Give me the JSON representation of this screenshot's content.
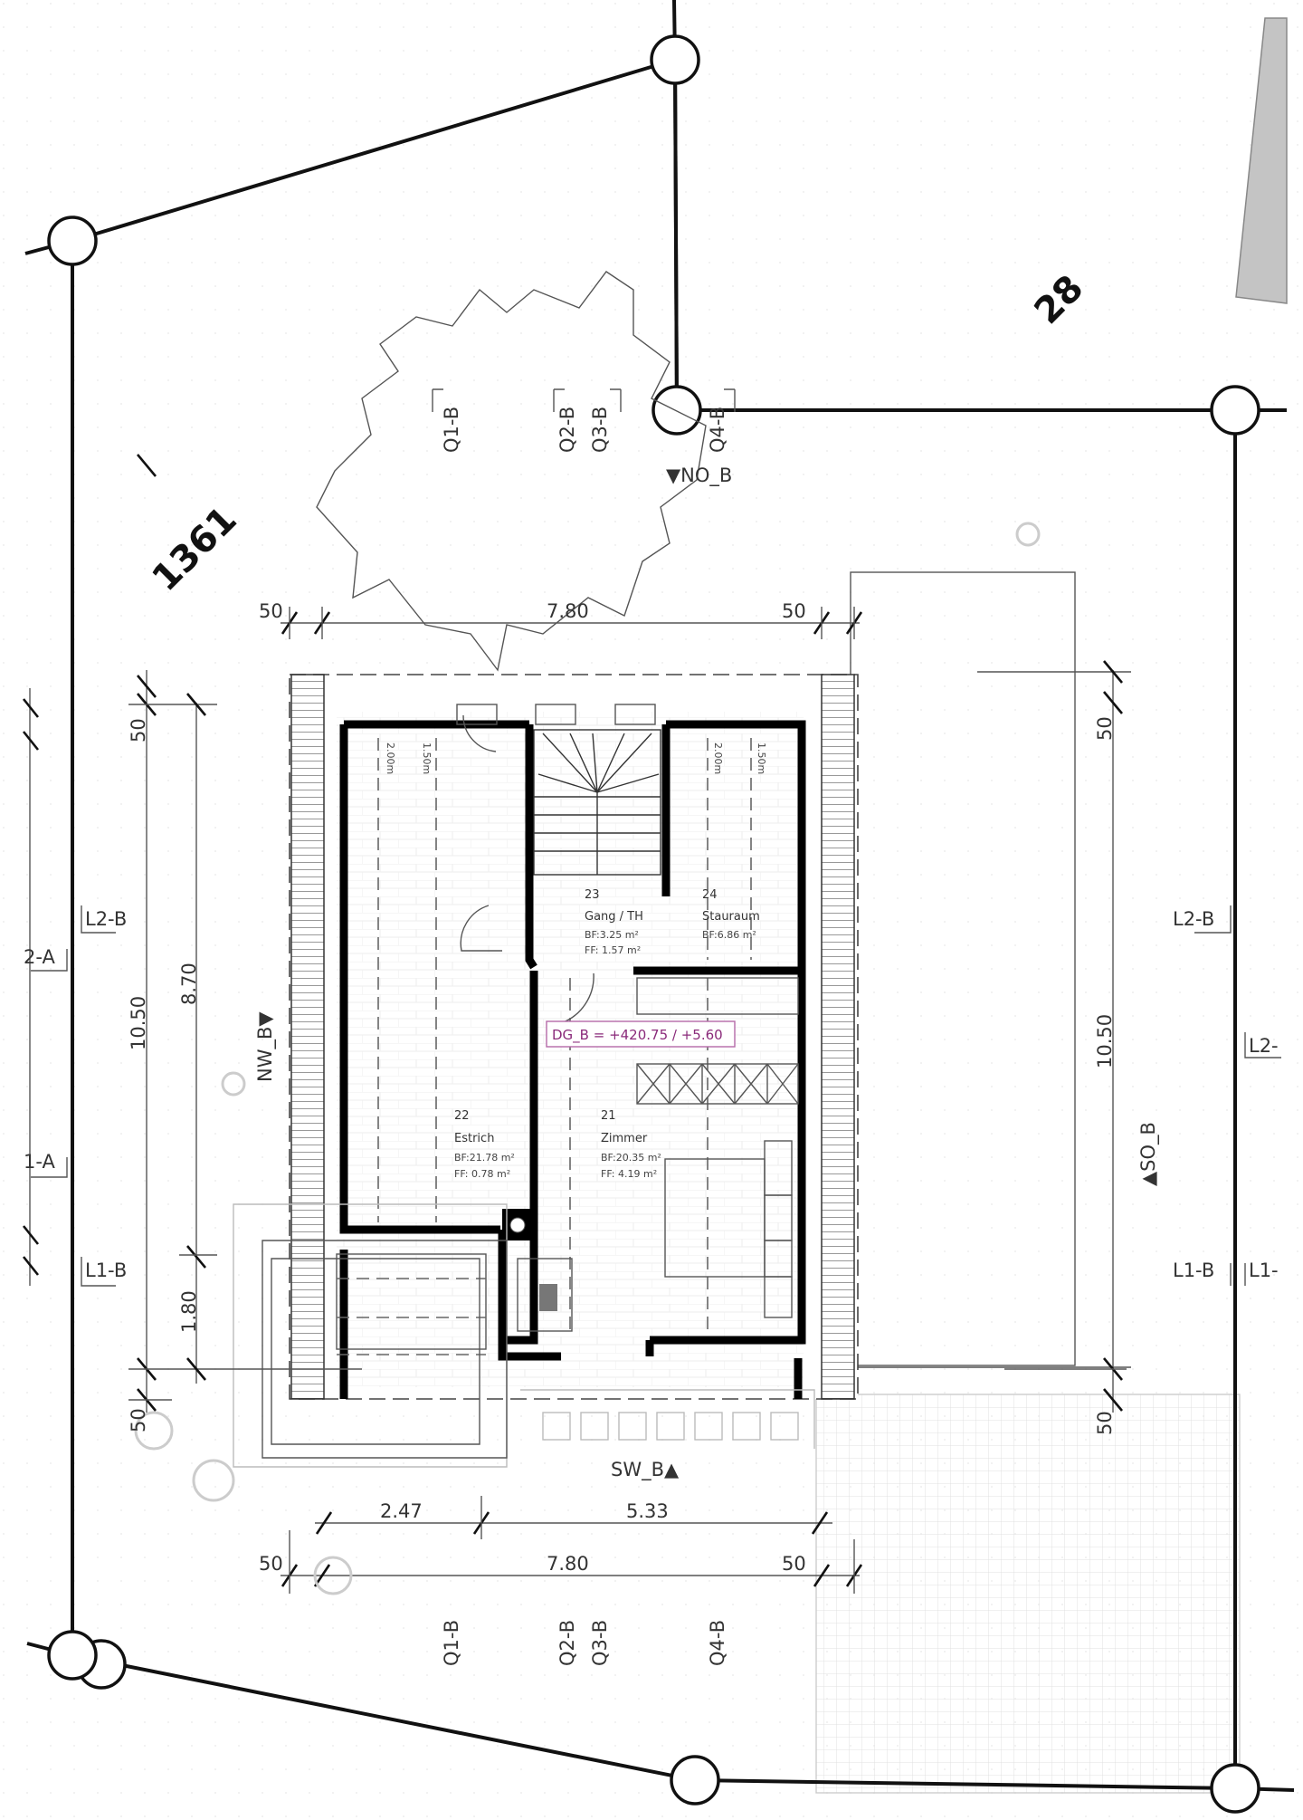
{
  "drawing": {
    "type": "floor-plan",
    "level_marker": "DG_B = +420.75 / +5.60",
    "parcels": [
      {
        "label": "1361"
      },
      {
        "label": "28"
      }
    ],
    "rooms": [
      {
        "number": "21",
        "name": "Zimmer",
        "bf": "BF:20.35 m²",
        "ff": "FF:  4.19 m²"
      },
      {
        "number": "22",
        "name": "Estrich",
        "bf": "BF:21.78 m²",
        "ff": "FF:  0.78 m²"
      },
      {
        "number": "23",
        "name": "Gang / TH",
        "bf": "BF:3.25 m²",
        "ff": "FF: 1.57 m²"
      },
      {
        "number": "24",
        "name": "Stauraum",
        "bf": "BF:6.86 m²",
        "ff": ""
      }
    ],
    "height_marks": [
      "2.00m",
      "1.50m",
      "2.00m",
      "1.50m"
    ],
    "elevation_markers": {
      "north_east": "▼NO_B",
      "north_west": "NW_B▼",
      "south_east": "▲SO_B",
      "south_west": "SW_B▲"
    },
    "section_axes": {
      "top": [
        "Q1-B",
        "Q2-B",
        "Q3-B",
        "Q4-B"
      ],
      "bottom": [
        "Q1-B",
        "Q2-B",
        "Q3-B",
        "Q4-B"
      ],
      "left": [
        "L2-B",
        "L1-B",
        "2-A",
        "1-A"
      ],
      "right": [
        "L2-B",
        "L1-B",
        "L2-",
        "L1-"
      ]
    },
    "dimensions": {
      "top": {
        "left_offset": "50",
        "width": "7.80",
        "right_offset": "50"
      },
      "bottom_inner": {
        "segment_1": "2.47",
        "segment_2": "5.33"
      },
      "bottom": {
        "left_offset": "50",
        "width": "7.80",
        "right_offset": "50"
      },
      "left_outer": {
        "top_offset": "50",
        "depth": "10.50",
        "bottom_offset": "50"
      },
      "left_inner": {
        "segment_1": "8.70",
        "segment_2": "1.80"
      },
      "right": {
        "top_offset": "50",
        "depth": "10.50",
        "bottom_offset": "50"
      }
    },
    "colors": {
      "walls": "#000000",
      "neighbour_building": "#c4c4c4",
      "level_marker": "#8a2a7a"
    }
  }
}
